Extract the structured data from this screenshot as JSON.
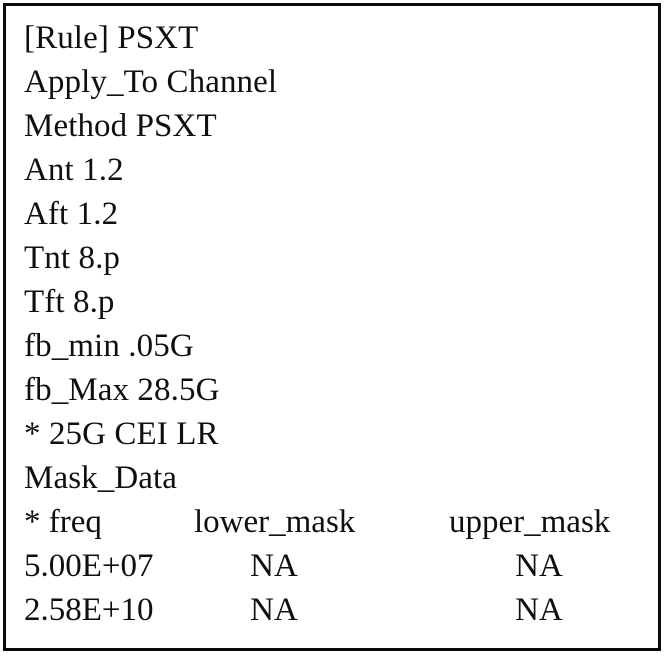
{
  "document": {
    "type": "configuration-rule-text-block",
    "lines": [
      "[Rule] PSXT",
      "Apply_To Channel",
      "Method PSXT",
      "Ant 1.2",
      "Aft 1.2",
      "Tnt 8.p",
      "Tft 8.p",
      "fb_min .05G",
      "fb_Max 28.5G",
      "* 25G CEI LR",
      "Mask_Data"
    ],
    "table": {
      "headers": [
        "* freq",
        "lower_mask",
        "upper_mask"
      ],
      "rows": [
        [
          "5.00E+07",
          "NA",
          "NA"
        ],
        [
          "2.58E+10",
          "NA",
          "NA"
        ]
      ]
    },
    "colors": {
      "text": "#100f0d",
      "background": "#ffffff",
      "border": "#0a0a0a"
    }
  }
}
